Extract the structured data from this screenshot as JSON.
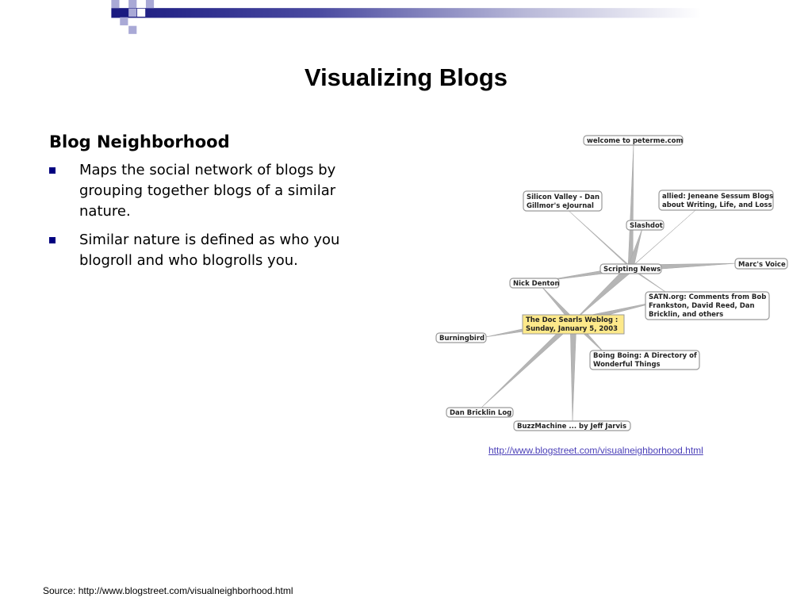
{
  "slide": {
    "title": "Visualizing Blogs",
    "subheading": "Blog Neighborhood",
    "bullets": [
      "Maps the social network of blogs by grouping together blogs of a similar nature.",
      "Similar nature is defined as who you blogroll and who blogrolls you."
    ],
    "image_link": "http://www.blogstreet.com/visualneighborhood.html",
    "source": "Source: http://www.blogstreet.com/visualneighborhood.html"
  },
  "graph": {
    "center_node": [
      "The Doc Searls Weblog :",
      "Sunday, January 5, 2003"
    ],
    "hub_node": "Scripting News",
    "nodes": {
      "peterme": [
        "welcome to peterme.com"
      ],
      "silicon_valley": [
        "Silicon Valley - Dan",
        "Gillmor's eJournal"
      ],
      "allied": [
        "allied: Jeneane Sessum Blogs",
        "about Writing, Life, and Loss"
      ],
      "slashdot": [
        "Slashdot"
      ],
      "marcs_voice": [
        "Marc's Voice"
      ],
      "nick_denton": [
        "Nick Denton"
      ],
      "satn": [
        "SATN.org: Comments from Bob",
        "Frankston, David Reed, Dan",
        "Bricklin, and others"
      ],
      "burningbird": [
        "Burningbird"
      ],
      "boing_boing": [
        "Boing Boing: A Directory of",
        "Wonderful Things"
      ],
      "dan_bricklin": [
        "Dan Bricklin Log"
      ],
      "buzzmachine": [
        "BuzzMachine ... by Jeff Jarvis"
      ]
    },
    "colors": {
      "center_fill": "#fde98a",
      "node_fill": "#ffffff",
      "node_border": "#999999",
      "edge": "#b5b5b5"
    }
  },
  "theme": {
    "header_dark": "#1a1a80",
    "bullet_color": "#000080",
    "link_color": "#4a3fb8"
  }
}
